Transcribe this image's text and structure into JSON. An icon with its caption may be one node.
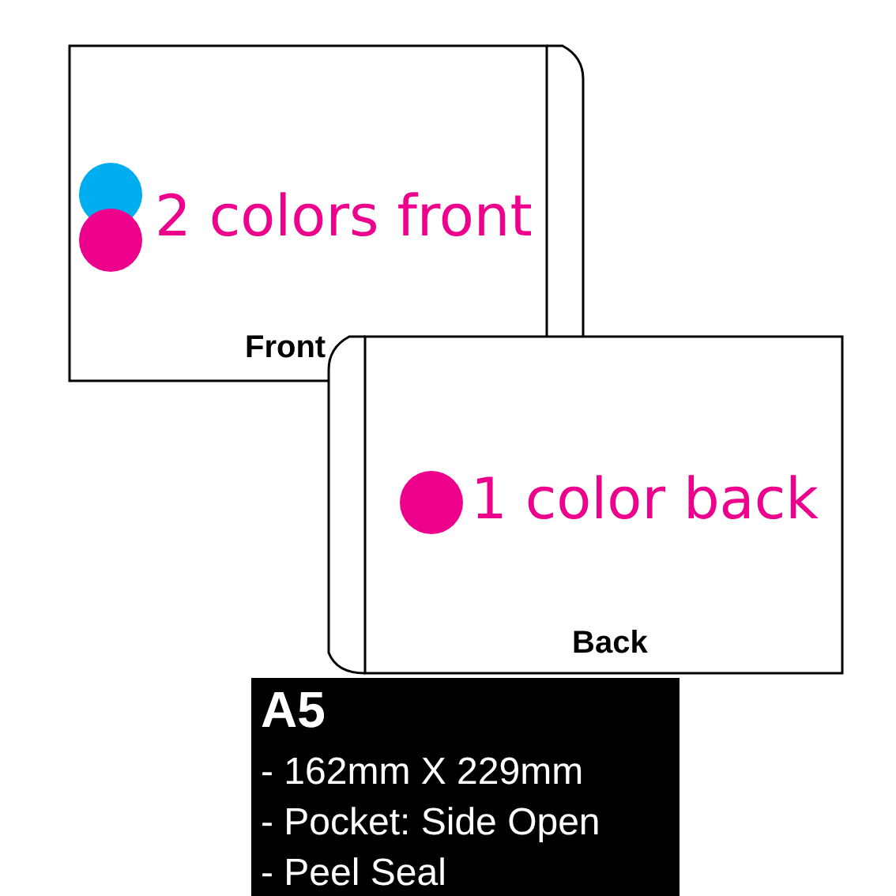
{
  "diagram": {
    "nodes": [
      {
        "text": [
          "2 colors front",
          "Front"
        ]
      },
      {
        "text": [
          "1 color back",
          "Back"
        ]
      },
      {
        "text": [
          "A5",
          "- 162mm X 229mm",
          "- Pocket: Side Open",
          "- Peel Seal"
        ]
      }
    ]
  }
}
